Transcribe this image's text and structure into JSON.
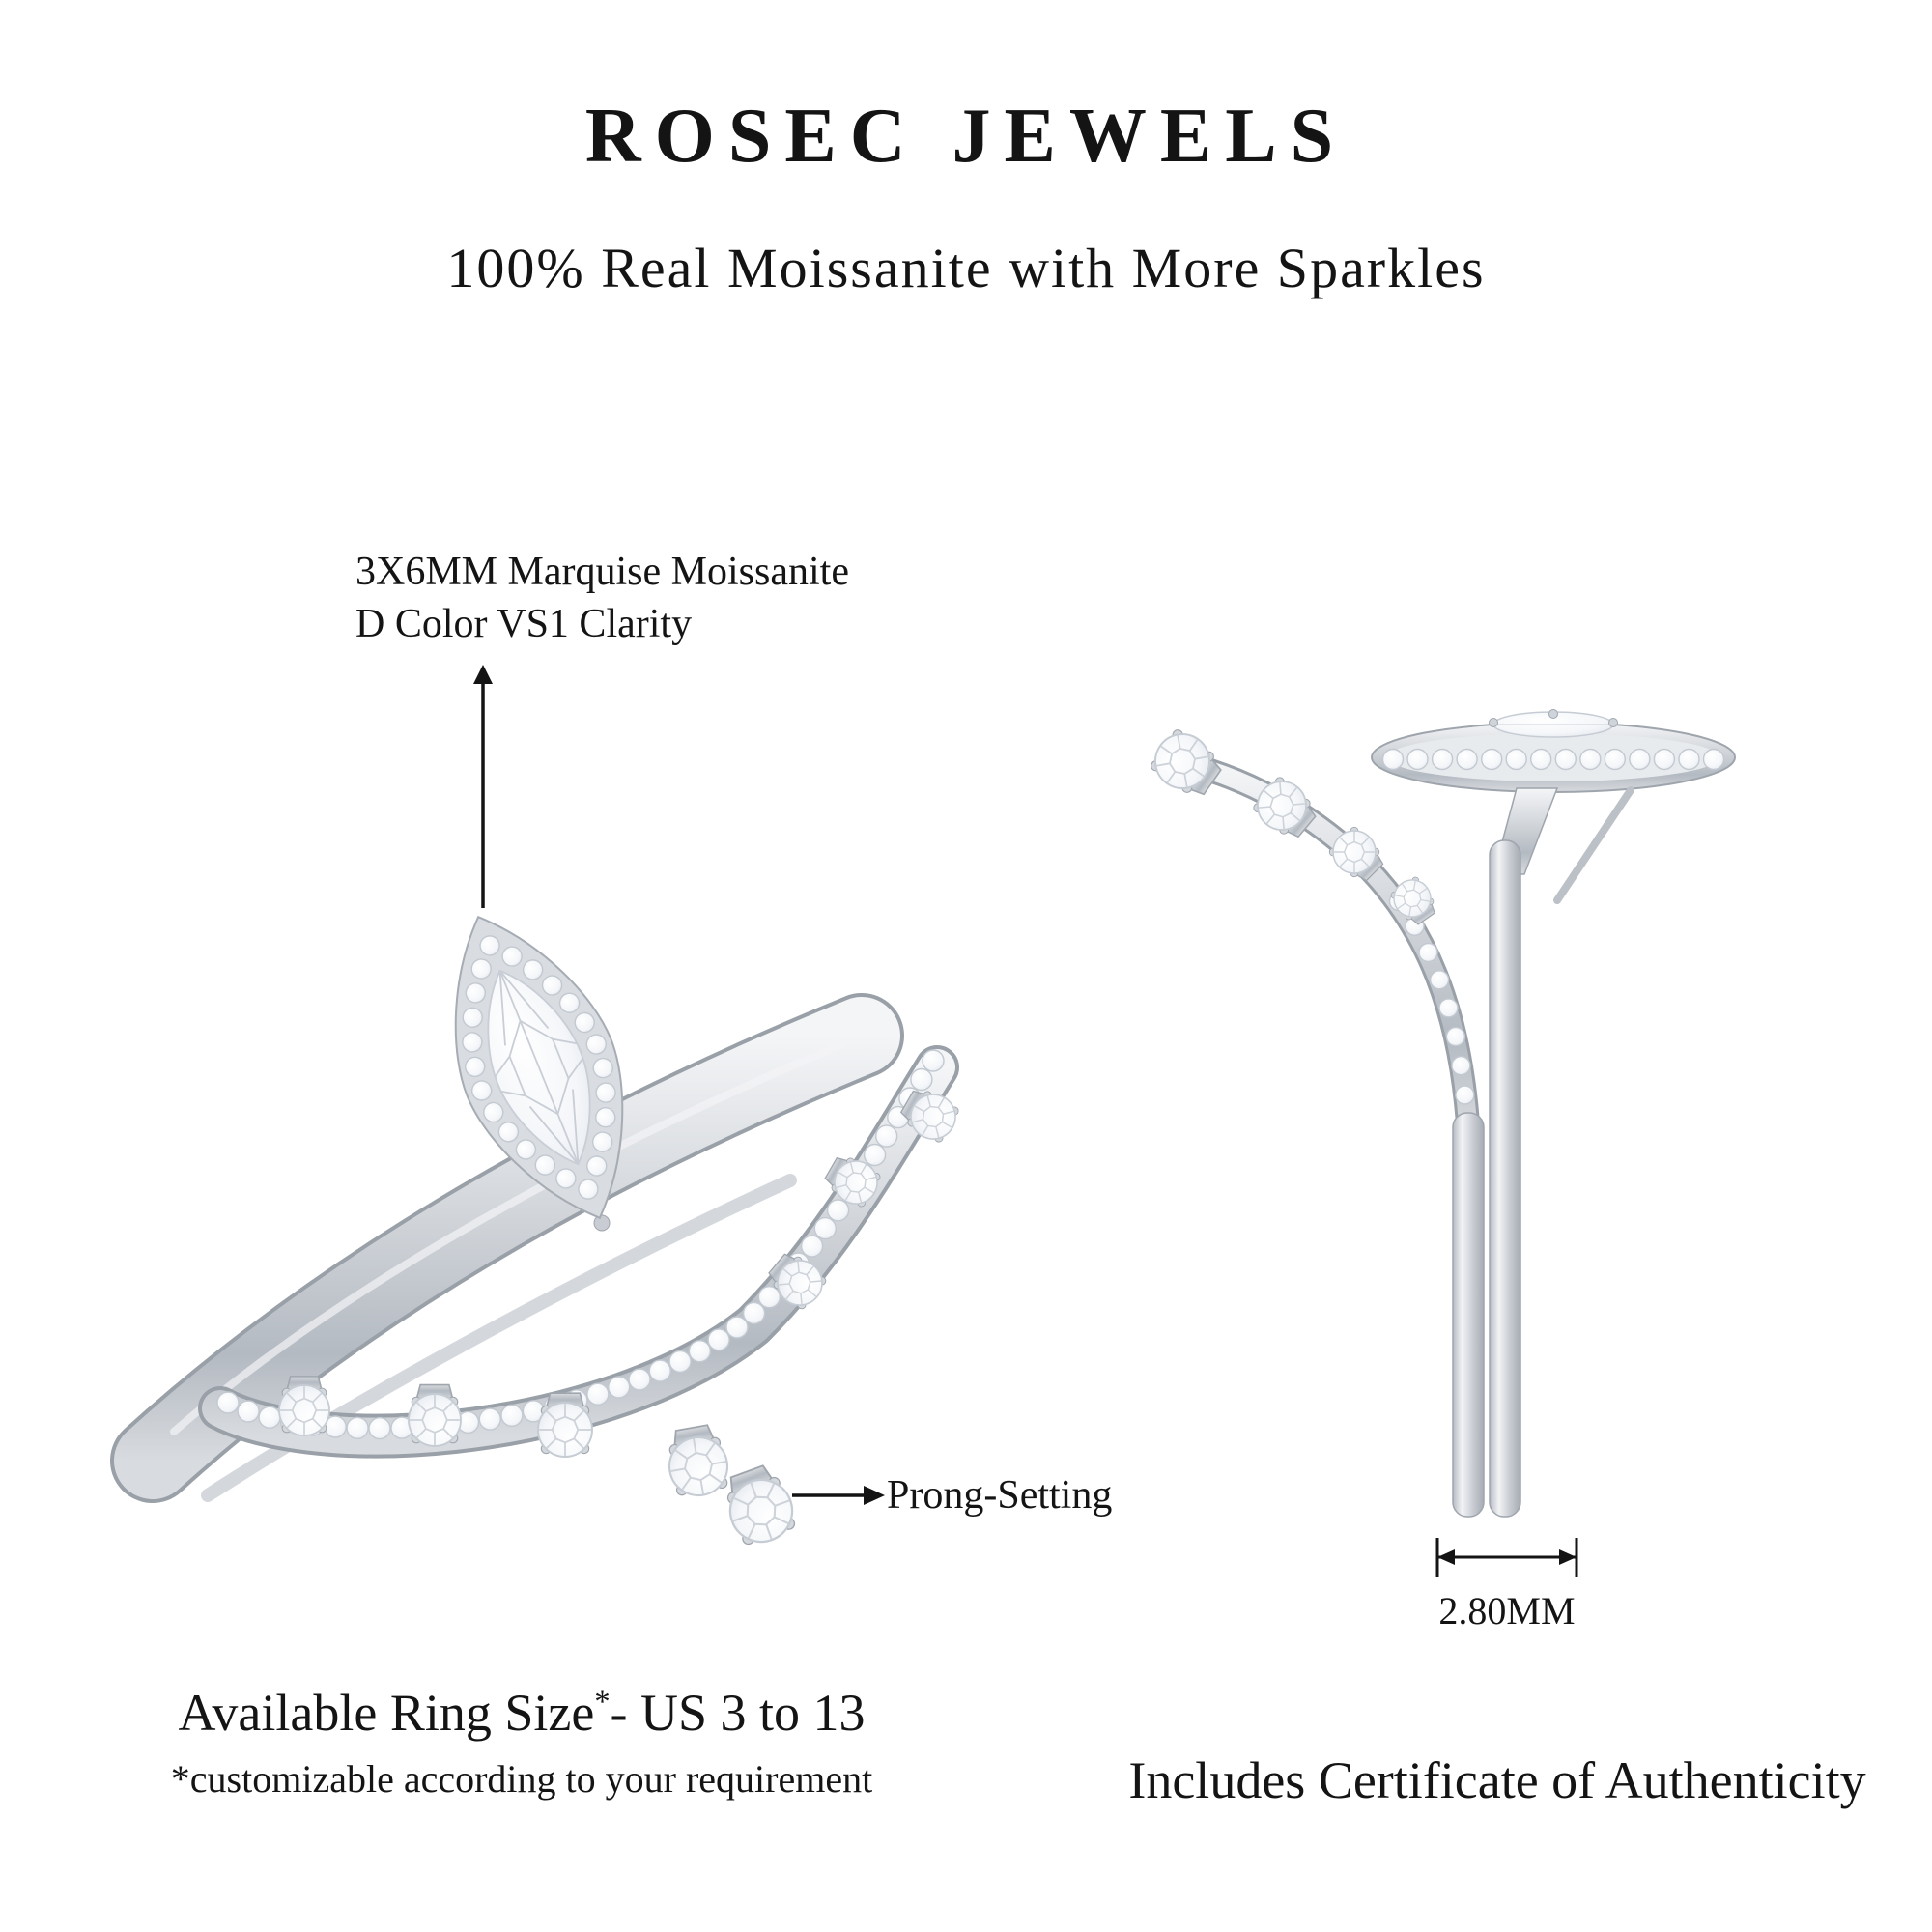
{
  "brand": {
    "title": "ROSEC JEWELS"
  },
  "tagline": "100% Real Moissanite with More Sparkles",
  "annotations": {
    "stone": {
      "line1": "3X6MM Marquise Moissanite",
      "line2": "D Color VS1 Clarity"
    },
    "prong": "Prong-Setting",
    "band_width": "2.80MM"
  },
  "footer": {
    "ring_size": {
      "text": "Available Ring Size",
      "asterisk": "*",
      "range": "- US 3 to 13"
    },
    "note": "*customizable according to your requirement",
    "certificate": "Includes Certificate of Authenticity"
  },
  "icons": {
    "stone_pointer": "up-arrow",
    "prong_pointer": "right-arrow",
    "dimension_marker": "double-headed-arrow"
  },
  "colors": {
    "background": "#ffffff",
    "text": "#141414",
    "metal_light": "#f2f3f5",
    "metal": "#c7cbd1",
    "metal_dark": "#9aa0a8",
    "stone": "#ffffff"
  }
}
